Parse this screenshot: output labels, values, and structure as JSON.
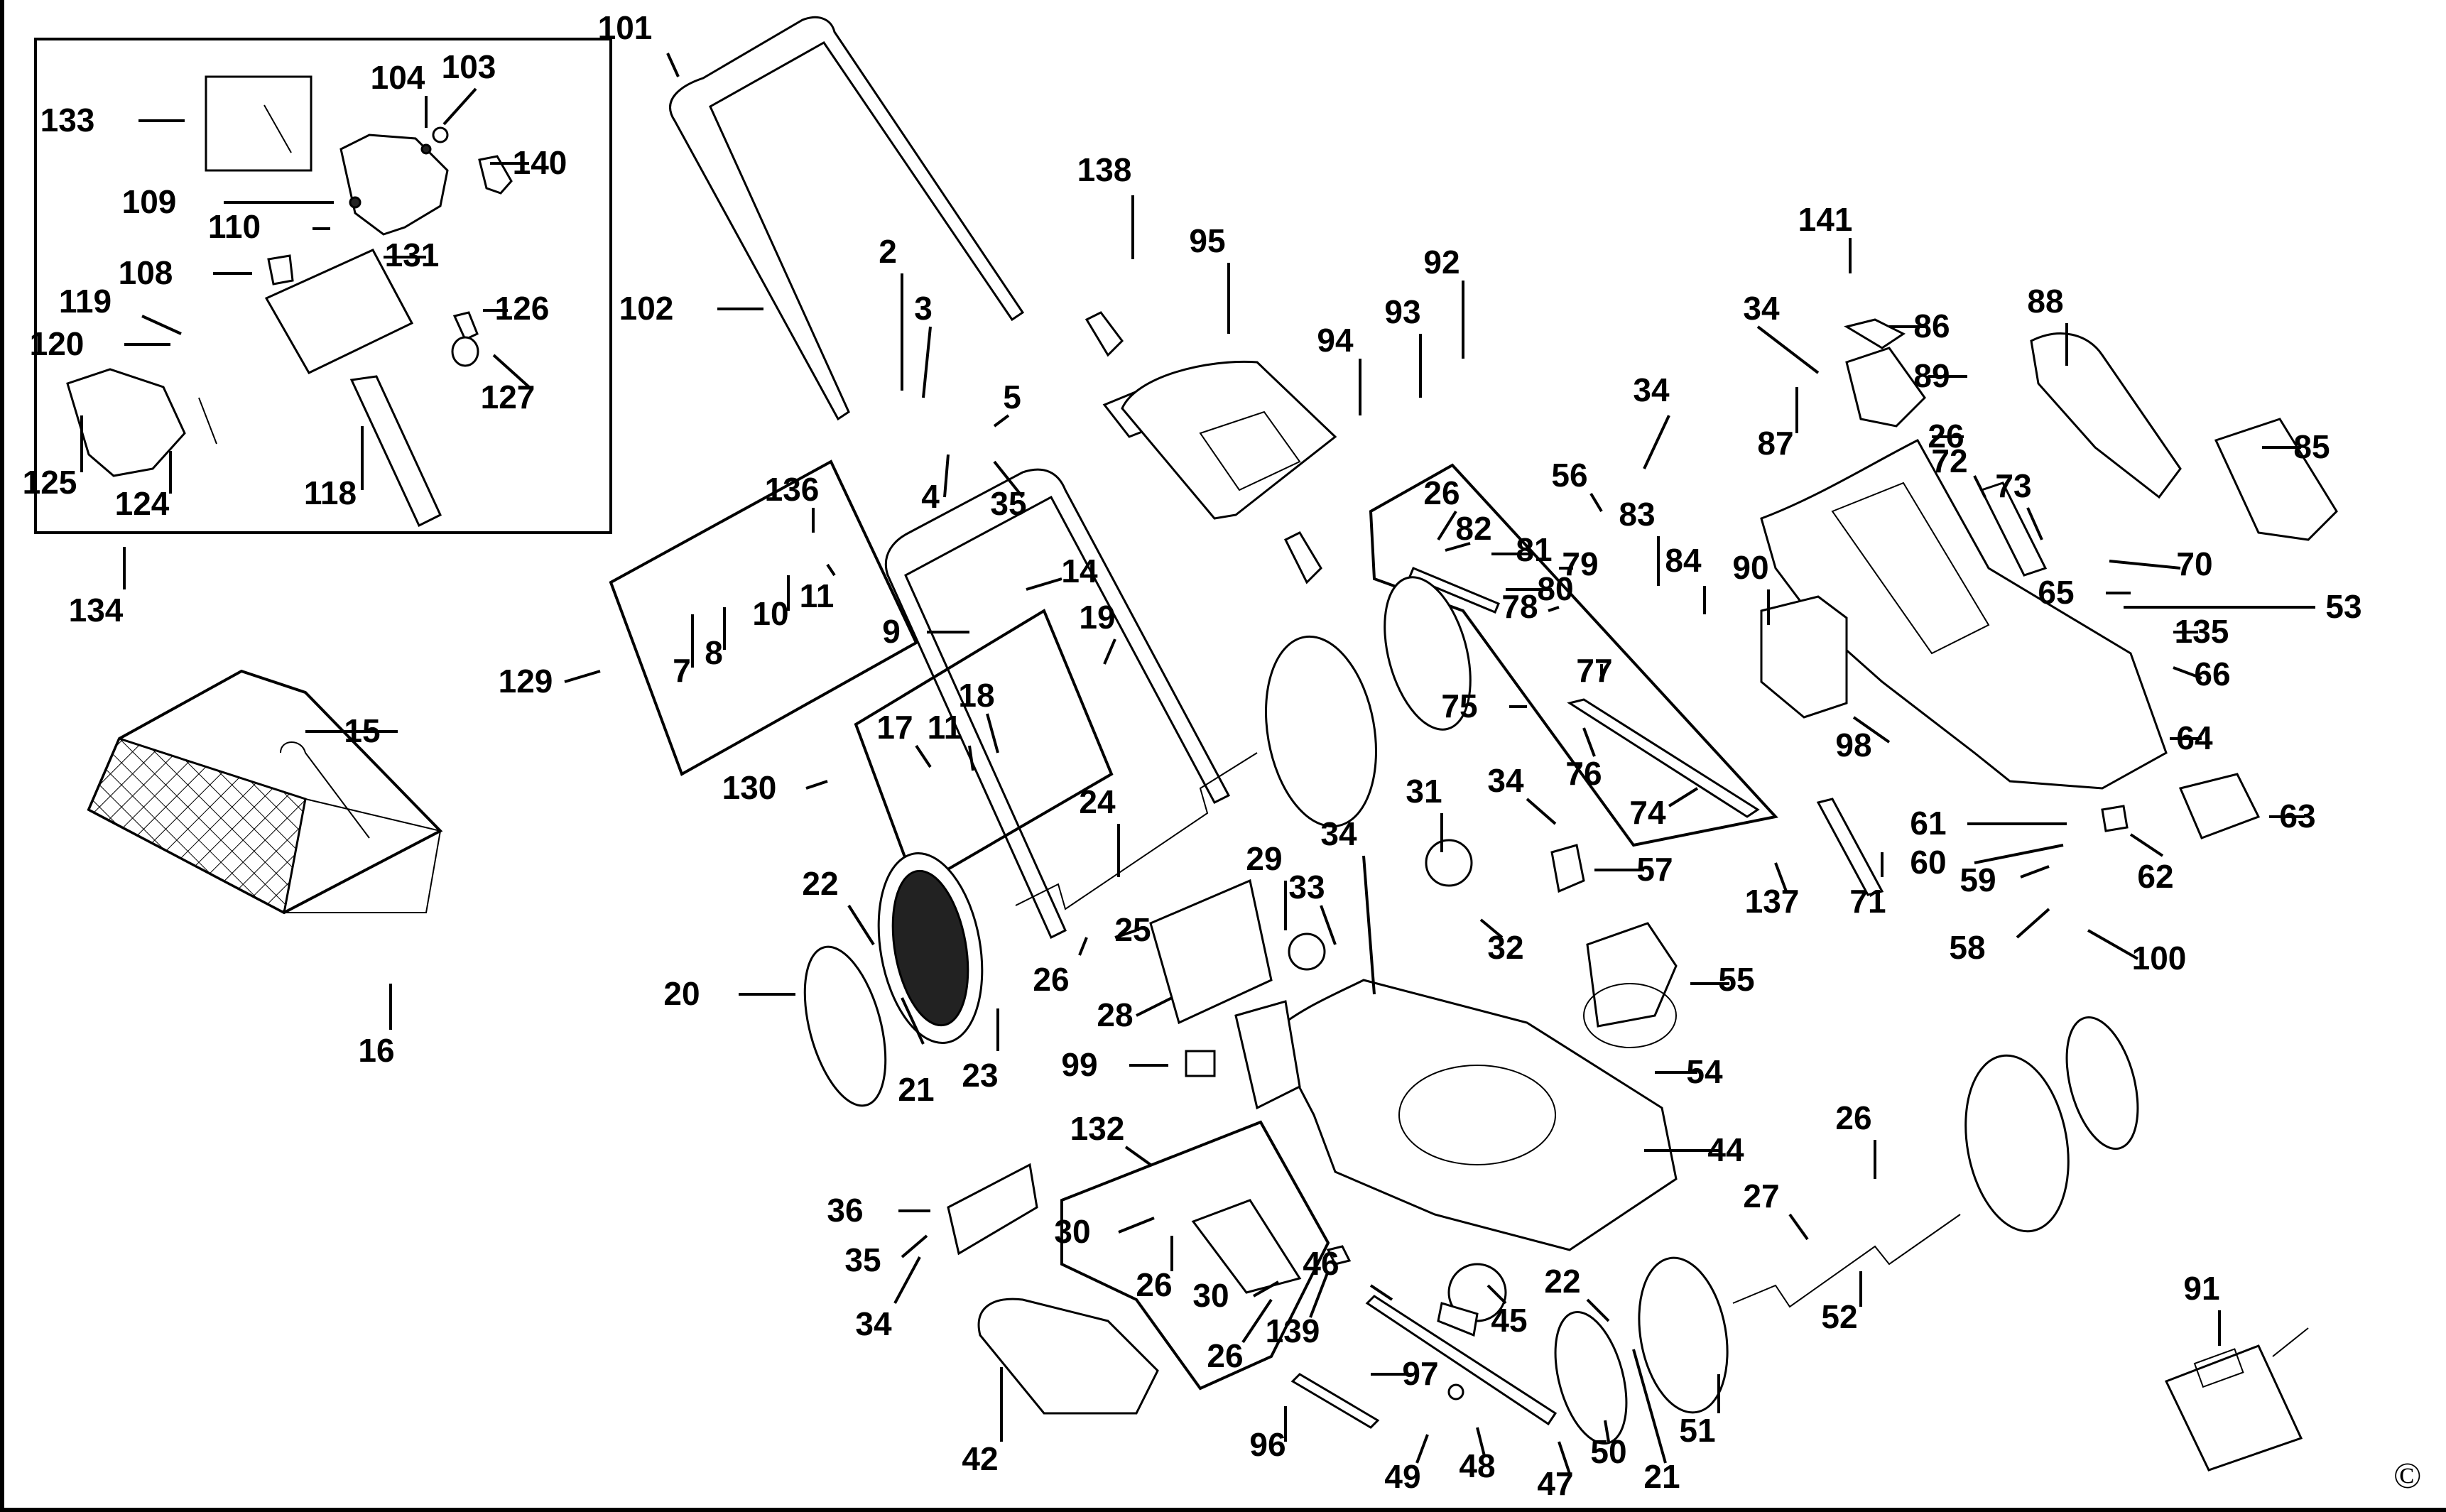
{
  "diagram": {
    "title": "Lawn mower exploded parts diagram",
    "copyright_mark": "C",
    "part_labels": [
      "101",
      "102",
      "2",
      "3",
      "4",
      "5",
      "35",
      "138",
      "95",
      "92",
      "93",
      "94",
      "133",
      "104",
      "103",
      "140",
      "109",
      "110",
      "108",
      "131",
      "126",
      "127",
      "119",
      "120",
      "125",
      "124",
      "118",
      "134",
      "136",
      "11",
      "10",
      "8",
      "7",
      "129",
      "14",
      "9",
      "19",
      "18",
      "17",
      "11",
      "130",
      "15",
      "16",
      "141",
      "34",
      "86",
      "89",
      "87",
      "26",
      "88",
      "85",
      "72",
      "73",
      "70",
      "65",
      "53",
      "135",
      "66",
      "64",
      "90",
      "98",
      "63",
      "61",
      "62",
      "60",
      "59",
      "58",
      "100",
      "71",
      "34",
      "56",
      "83",
      "84",
      "26",
      "82",
      "81",
      "80",
      "79",
      "78",
      "75",
      "77",
      "76",
      "74",
      "137",
      "24",
      "22",
      "25",
      "26",
      "20",
      "21",
      "23",
      "28",
      "29",
      "33",
      "34",
      "31",
      "32",
      "34",
      "57",
      "55",
      "54",
      "99",
      "44",
      "132",
      "36",
      "35",
      "34",
      "30",
      "26",
      "30",
      "26",
      "139",
      "42",
      "46",
      "45",
      "97",
      "96",
      "49",
      "48",
      "47",
      "22",
      "50",
      "21",
      "51",
      "26",
      "27",
      "52",
      "91"
    ],
    "groups": {
      "handle_kit_box": "134",
      "handle_left_lever_box": "129",
      "handle_right_lever_box": "130",
      "motor_switch_box": "137",
      "chute_kit_box": "132",
      "switch_board_box": "131",
      "label_box": "133"
    }
  }
}
